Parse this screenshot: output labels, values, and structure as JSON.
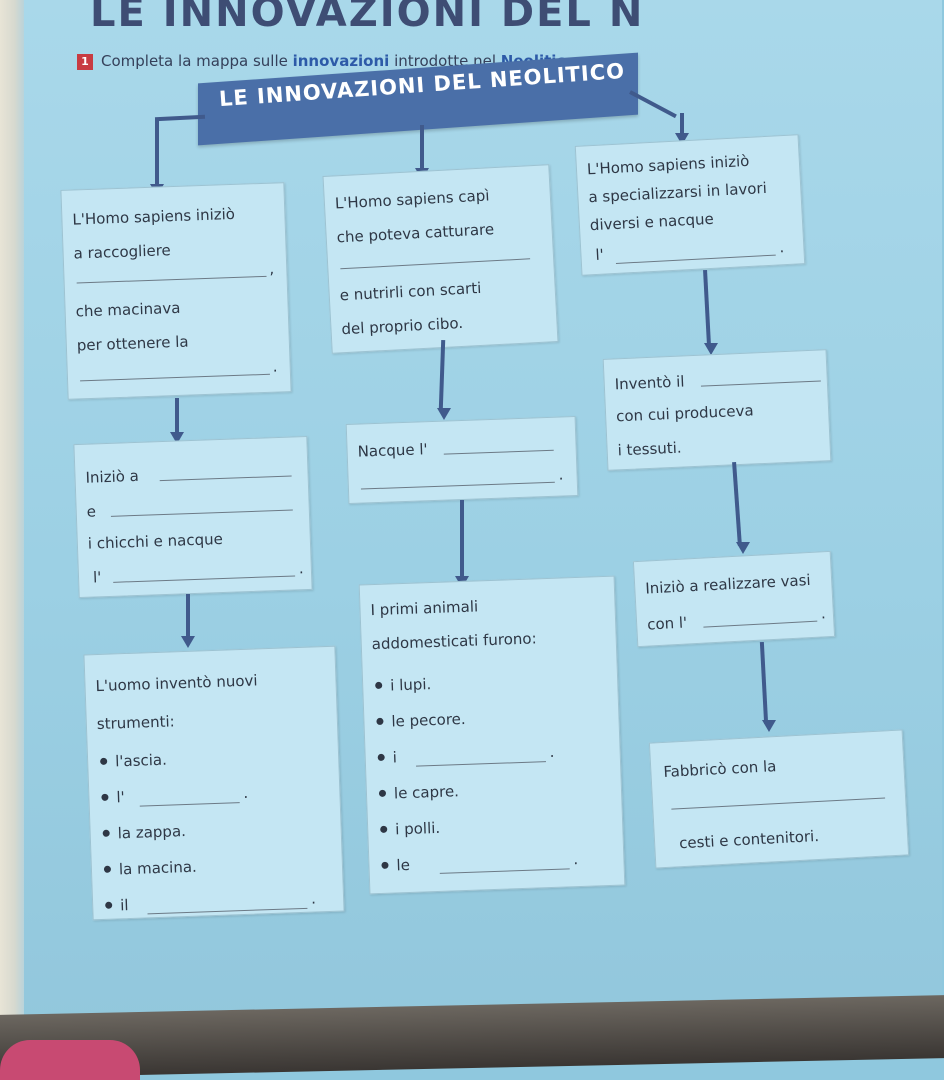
{
  "header": "LE INNOVAZIONI DEL N",
  "exercise_number": "1",
  "instruction": {
    "prefix": "Completa la mappa sulle ",
    "highlight1": "innovazioni",
    "middle": " introdotte nel ",
    "highlight2": "Neolitico",
    "suffix": "."
  },
  "map_title": "LE INNOVAZIONI DEL NEOLITICO",
  "box1": {
    "line1": "L'Homo sapiens iniziò",
    "line2": "a raccogliere",
    "line3": "che macinava",
    "line4": "per ottenere la",
    "comma": ",",
    "period": "."
  },
  "box2": {
    "line1": "L'Homo sapiens capì",
    "line2": "che poteva catturare",
    "line3": "e nutrirli con scarti",
    "line4": "del proprio cibo."
  },
  "box3": {
    "line1": "L'Homo sapiens iniziò",
    "line2": "a specializzarsi in lavori",
    "line3": "diversi e nacque",
    "line4": "l'",
    "period": "."
  },
  "box4": {
    "line1": "Inventò il",
    "line2": "con cui produceva",
    "line3": "i tessuti."
  },
  "box5": {
    "line1": "Nacque l'",
    "period": "."
  },
  "box6": {
    "line1": "Iniziò a",
    "line2": "e",
    "line3": "i chicchi e nacque",
    "line4": "l'",
    "period": "."
  },
  "box7": {
    "line1": "Iniziò a realizzare vasi",
    "line2": "con l'",
    "period": "."
  },
  "box8": {
    "line1": "I primi animali",
    "line2": "addomesticati furono:",
    "items": [
      "i lupi.",
      "le pecore.",
      "i",
      "le capre.",
      "i polli.",
      "le"
    ],
    "period": "."
  },
  "box9": {
    "line1": "L'uomo inventò nuovi",
    "line2": "strumenti:",
    "items": [
      "l'ascia.",
      "l'",
      "la zappa.",
      "la macina.",
      "il"
    ],
    "period": "."
  },
  "box10": {
    "line1": "Fabbricò con la",
    "line2": "cesti e contenitori."
  }
}
